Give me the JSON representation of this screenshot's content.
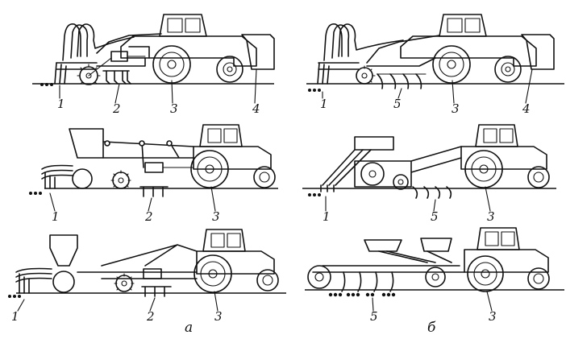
{
  "figure": {
    "caption_a": "а",
    "caption_b": "б"
  },
  "panel_a1": {
    "labels": [
      "1",
      "2",
      "3",
      "4"
    ]
  },
  "panel_a2": {
    "labels": [
      "1",
      "2",
      "3"
    ]
  },
  "panel_a3": {
    "labels": [
      "1",
      "2",
      "3"
    ]
  },
  "panel_b1": {
    "labels": [
      "1",
      "5",
      "3",
      "4"
    ]
  },
  "panel_b2": {
    "labels": [
      "1",
      "5",
      "3"
    ]
  },
  "panel_b3": {
    "labels": [
      "5",
      "3"
    ]
  }
}
